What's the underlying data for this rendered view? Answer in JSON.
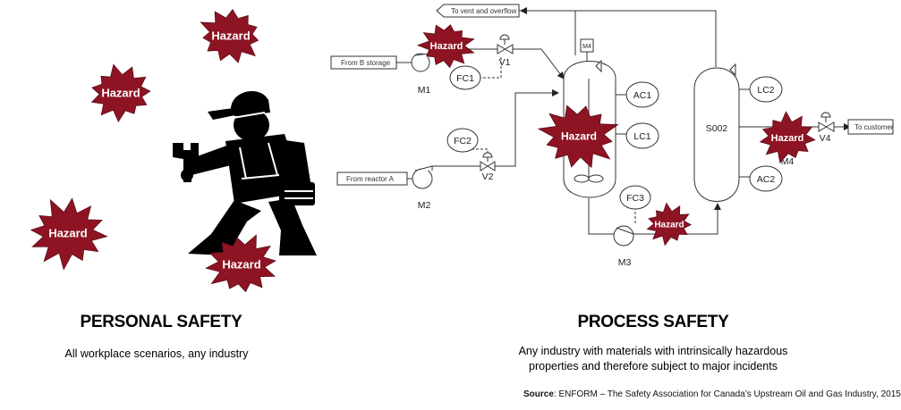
{
  "hazard_label": "Hazard",
  "personal": {
    "title": "PERSONAL SAFETY",
    "description": "All workplace scenarios, any industry"
  },
  "process": {
    "title": "PROCESS SAFETY",
    "description_line1": "Any industry with materials with intrinsically hazardous",
    "description_line2": "properties and therefore subject to major incidents"
  },
  "source": {
    "label": "Source",
    "text": ": ENFORM – The Safety Association for Canada’s Upstream Oil and Gas Industry, 2015"
  },
  "pid": {
    "vent": "To vent and overflow",
    "from_b": "From B storage",
    "from_a": "From  reactor A",
    "to_customer": "To customer",
    "m1": "M1",
    "m2": "M2",
    "m3": "M3",
    "m4_top": "M4",
    "m4": "M4",
    "v1": "V1",
    "v2": "V2",
    "v4": "V4",
    "fc1": "FC1",
    "fc2": "FC2",
    "fc3": "FC3",
    "ac1": "AC1",
    "ac2": "AC2",
    "lc1": "LC1",
    "lc2": "LC2",
    "s002": "S002"
  },
  "colors": {
    "hazard_fill": "#8e1424",
    "hazard_text": "#ffffff"
  }
}
